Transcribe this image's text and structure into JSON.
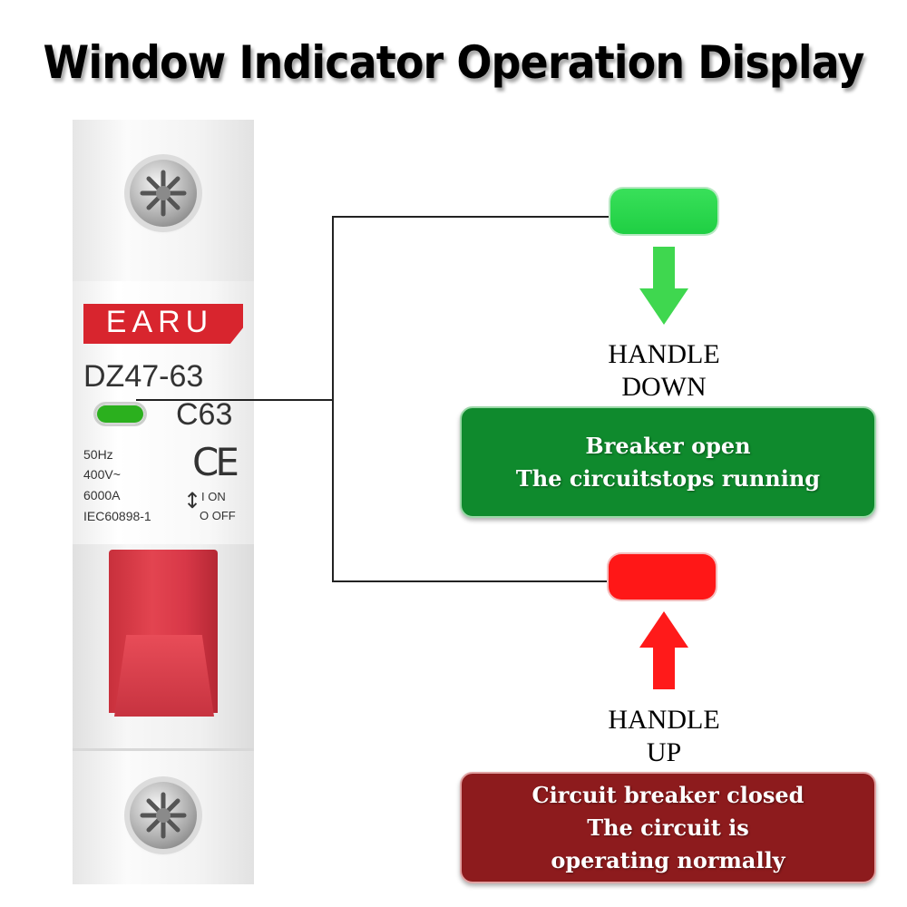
{
  "title": "Window Indicator Operation Display",
  "breaker": {
    "brand": "EARU",
    "model": "DZ47-63",
    "rating": "C63",
    "ce_mark": "CE",
    "specs": [
      "50Hz",
      "400V~",
      "6000A",
      "IEC60898-1"
    ],
    "on_label": "I ON",
    "off_label": "O OFF"
  },
  "states": {
    "down": {
      "indicator_color": "#22d147",
      "handle_line1": "HANDLE",
      "handle_line2": "DOWN",
      "box_color": "#0f8a2d",
      "lines": [
        "Breaker open",
        "The circuitstops running"
      ]
    },
    "up": {
      "indicator_color": "#ff1717",
      "handle_line1": "HANDLE",
      "handle_line2": "UP",
      "box_color": "#8d1b1d",
      "lines": [
        "Circuit breaker closed",
        "The circuit is",
        "operating normally"
      ]
    }
  }
}
